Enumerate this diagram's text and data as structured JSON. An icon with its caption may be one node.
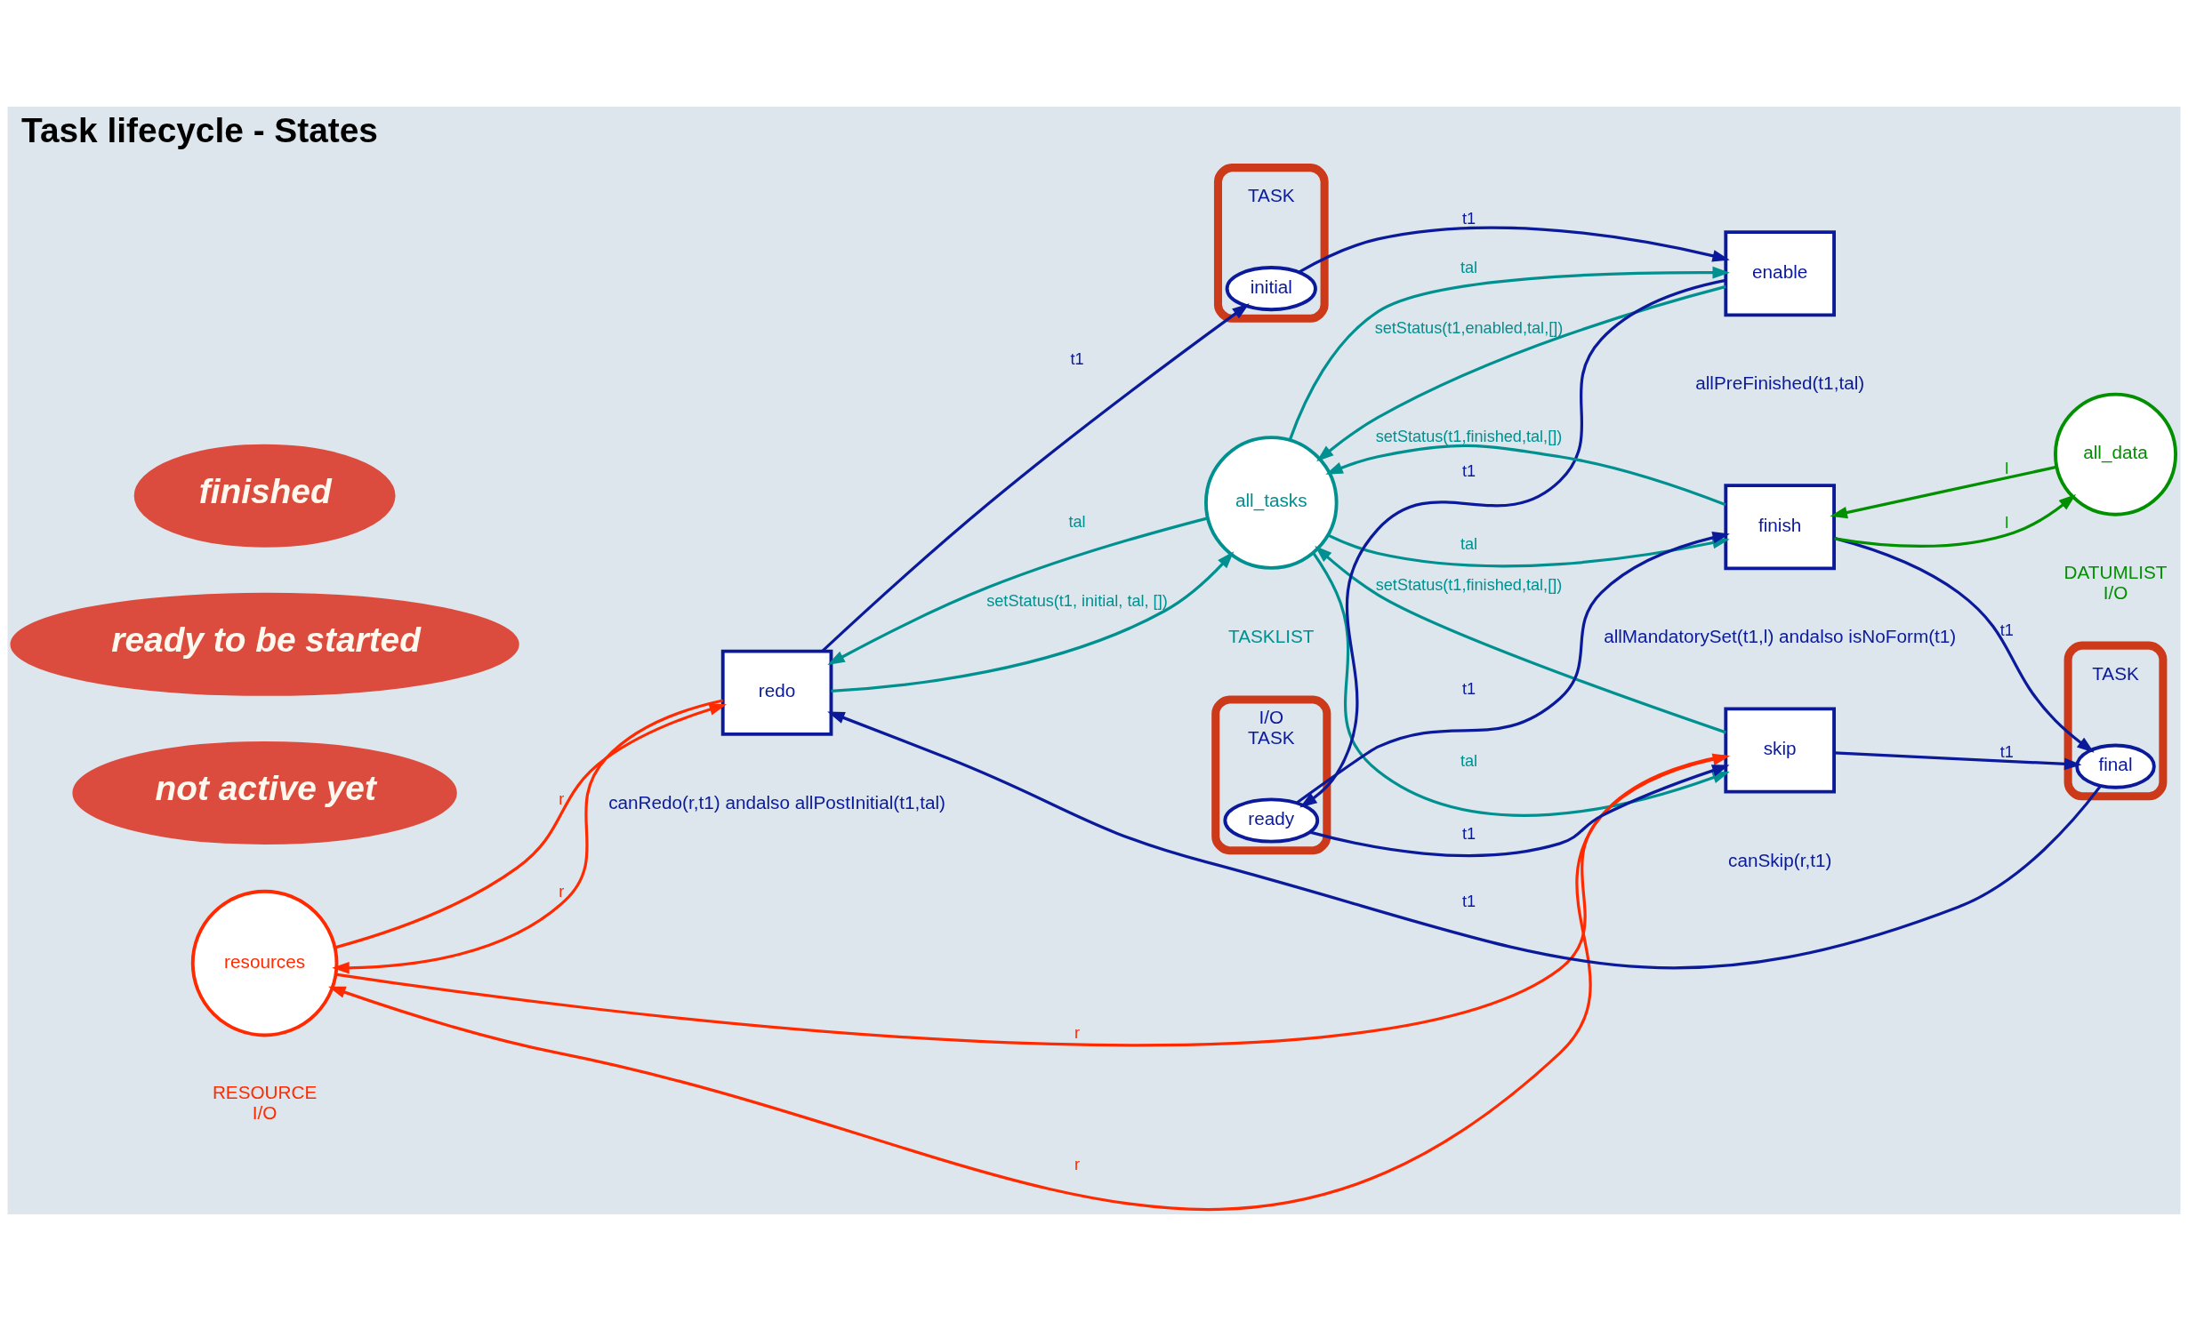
{
  "diagram": {
    "title": "Task lifecycle - States",
    "nodes": [
      {
        "text": [
          "resources"
        ],
        "beside": [
          "RESOURCE",
          "I/O"
        ]
      },
      {
        "text": [
          "all_tasks"
        ],
        "beside": [
          "TASKLIST"
        ]
      },
      {
        "text": [
          "redo"
        ],
        "beside": [
          "canRedo(r,t1) andalso allPostInitial(t1,tal)"
        ]
      },
      {
        "text": [
          "not active yet"
        ]
      },
      {
        "text": [
          "ready to be started"
        ]
      },
      {
        "text": [
          "finished"
        ]
      },
      {
        "text": [
          "skip"
        ],
        "beside": [
          "canSkip(r,t1)"
        ]
      },
      {
        "text": [],
        "shape": "box"
      },
      {
        "text": [
          "initial"
        ],
        "beside": [
          "TASK"
        ],
        "in": 7
      },
      {
        "text": [
          "enable"
        ],
        "beside": [
          "allPreFinished(t1,tal)"
        ]
      },
      {
        "text": [],
        "shape": "box"
      },
      {
        "text": [
          "ready"
        ],
        "beside": [
          "I/O",
          "TASK"
        ],
        "in": 10
      },
      {
        "text": [
          "finish"
        ],
        "beside": [
          "allMandatorySet(t1,l) andalso isNoForm(t1)"
        ]
      },
      {
        "text": [],
        "shape": "box"
      },
      {
        "text": [
          "final"
        ],
        "beside": [
          "TASK"
        ],
        "in": 13
      },
      {
        "text": [
          "all_data"
        ],
        "beside": [
          "DATUMLIST",
          "I/O"
        ]
      }
    ],
    "edges": [
      {
        "from": 2,
        "to": 0,
        "arrow": "to",
        "label": "r",
        "color": "#ff2a00"
      },
      {
        "from": 0,
        "to": 2,
        "arrow": "to",
        "label": "r",
        "color": "#ff2a00"
      },
      {
        "from": 2,
        "to": 1,
        "arrow": "to",
        "label": "setStatus(t1, initial, tal, [])",
        "color": "#009090"
      },
      {
        "from": 1,
        "to": 2,
        "arrow": "to",
        "label": "tal",
        "color": "#009090"
      },
      {
        "from": 2,
        "to": 8,
        "arrow": "to",
        "label": "t1",
        "color": "#0a1a9a"
      },
      {
        "from": 14,
        "to": 2,
        "arrow": "to",
        "label": "t1",
        "color": "#0a1a9a"
      },
      {
        "from": 8,
        "to": 9,
        "arrow": "to",
        "label": "t1",
        "color": "#0a1a9a"
      },
      {
        "from": 1,
        "to": 9,
        "arrow": "to",
        "label": "tal",
        "color": "#009090"
      },
      {
        "from": 9,
        "to": 1,
        "arrow": "to",
        "label": "setStatus(t1,enabled,tal,[])",
        "color": "#009090"
      },
      {
        "from": 9,
        "to": 11,
        "arrow": "to",
        "label": "t1",
        "color": "#0a1a9a"
      },
      {
        "from": 11,
        "to": 6,
        "arrow": "to",
        "label": "t1",
        "color": "#0a1a9a"
      },
      {
        "from": 11,
        "to": 12,
        "arrow": "to",
        "label": "t1",
        "color": "#0a1a9a"
      },
      {
        "from": 1,
        "to": 6,
        "arrow": "to",
        "label": "tal",
        "color": "#009090"
      },
      {
        "from": 6,
        "to": 1,
        "arrow": "to",
        "label": "setStatus(t1,finished,tal,[])",
        "color": "#009090"
      },
      {
        "from": 1,
        "to": 12,
        "arrow": "to",
        "label": "tal",
        "color": "#009090"
      },
      {
        "from": 12,
        "to": 1,
        "arrow": "to",
        "label": "setStatus(t1,finished,tal,[])",
        "color": "#009090"
      },
      {
        "from": 6,
        "to": 0,
        "arrow": "to",
        "label": "r",
        "color": "#ff2a00"
      },
      {
        "from": 0,
        "to": 6,
        "arrow": "to",
        "label": "r",
        "color": "#ff2a00"
      },
      {
        "from": 6,
        "to": 14,
        "arrow": "to",
        "label": "t1",
        "color": "#0a1a9a"
      },
      {
        "from": 12,
        "to": 14,
        "arrow": "to",
        "label": "t1",
        "color": "#0a1a9a"
      },
      {
        "from": 12,
        "to": 15,
        "arrow": "to",
        "label": "l",
        "color": "#009000"
      },
      {
        "from": 15,
        "to": 12,
        "arrow": "to",
        "label": "l",
        "color": "#009000"
      }
    ]
  }
}
